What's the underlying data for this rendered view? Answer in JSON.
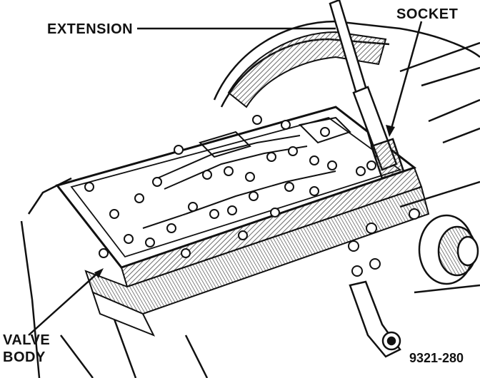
{
  "labels": {
    "extension": "EXTENSION",
    "socket": "SOCKET",
    "valve_body_line1": "VALVE",
    "valve_body_line2": "BODY"
  },
  "figure_number": "9321-280",
  "colors": {
    "ink": "#111111",
    "paper": "#ffffff",
    "hatch": "#555555"
  }
}
